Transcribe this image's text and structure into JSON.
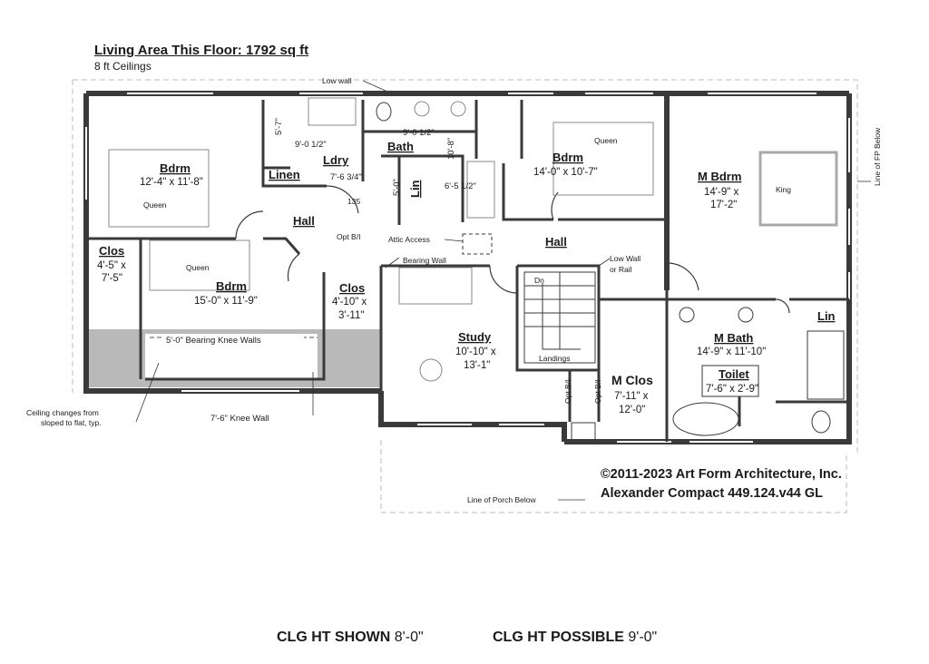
{
  "header": {
    "title": "Living Area This Floor: 1792 sq ft",
    "ceilings": "8 ft Ceilings"
  },
  "rooms": {
    "bdrm_nw": {
      "name": "Bdrm",
      "dims": "12'-4\" x 11'-8\""
    },
    "bdrm_sw": {
      "name": "Bdrm",
      "dims": "15'-0\" x 11'-9\""
    },
    "bdrm_n": {
      "name": "Bdrm",
      "dims": "14'-0\" x 10'-7\""
    },
    "mbdrm": {
      "name": "M Bdrm",
      "dims1": "14'-9\" x",
      "dims2": "17'-2\""
    },
    "ldry": {
      "name": "Ldry"
    },
    "bath": {
      "name": "Bath"
    },
    "linen": {
      "name": "Linen"
    },
    "lin1": {
      "name": "Lin"
    },
    "lin2": {
      "name": "Lin"
    },
    "hall1": {
      "name": "Hall"
    },
    "hall2": {
      "name": "Hall"
    },
    "clos1": {
      "name": "Clos",
      "dims1": "4'-5\" x",
      "dims2": "7'-5\""
    },
    "clos2": {
      "name": "Clos",
      "dims1": "4'-10\" x",
      "dims2": "3'-11\""
    },
    "study": {
      "name": "Study",
      "dims1": "10'-10\" x",
      "dims2": "13'-1\""
    },
    "mclos": {
      "name": "M Clos",
      "dims1": "7'-11\" x",
      "dims2": "12'-0\""
    },
    "mbath": {
      "name": "M Bath",
      "dims": "14'-9\" x 11'-10\""
    },
    "toilet": {
      "name": "Toilet",
      "dims": "7'-6\" x 2'-9\""
    }
  },
  "dimensions": {
    "d1": "9'-0 1/2\"",
    "d2": "9'-0 1/2\"",
    "d3": "7'-6 3/4\"",
    "d4": "5'-7\"",
    "d5": "10'-8\"",
    "d6": "6'-5 1/2\"",
    "d7": "5'-0\"",
    "d8": "135"
  },
  "annotations": {
    "low_wall": "Low wall",
    "opt_bi": "Opt B/I",
    "attic_access": "Attic Access",
    "bearing_wall": "Bearing Wall",
    "low_wall_rail_1": "Low Wall",
    "low_wall_rail_2": "or Rail",
    "dn": "Dn",
    "landings": "Landings",
    "knee_bearing": "5'-0\" Bearing Knee Walls",
    "knee_wall": "7'-6\" Knee Wall",
    "ceiling_changes_1": "Ceiling changes from",
    "ceiling_changes_2": "sloped to flat, typ.",
    "line_fp": "Line of FP Below",
    "line_porch": "Line of Porch Below",
    "opt_bi_a": "Opt B/I",
    "opt_bi_b": "Opt B/I",
    "bed_queen_1": "Queen",
    "bed_queen_2": "Queen",
    "bed_queen_3": "Queen",
    "bed_king": "King"
  },
  "copyright": {
    "line1": "©2011-2023 Art Form Architecture, Inc.",
    "line2": "Alexander Compact 449.124.v44 GL"
  },
  "footer": {
    "shown_label": "CLG HT SHOWN",
    "shown_value": "8'-0\"",
    "possible_label": "CLG HT POSSIBLE",
    "possible_value": "9'-0\""
  }
}
